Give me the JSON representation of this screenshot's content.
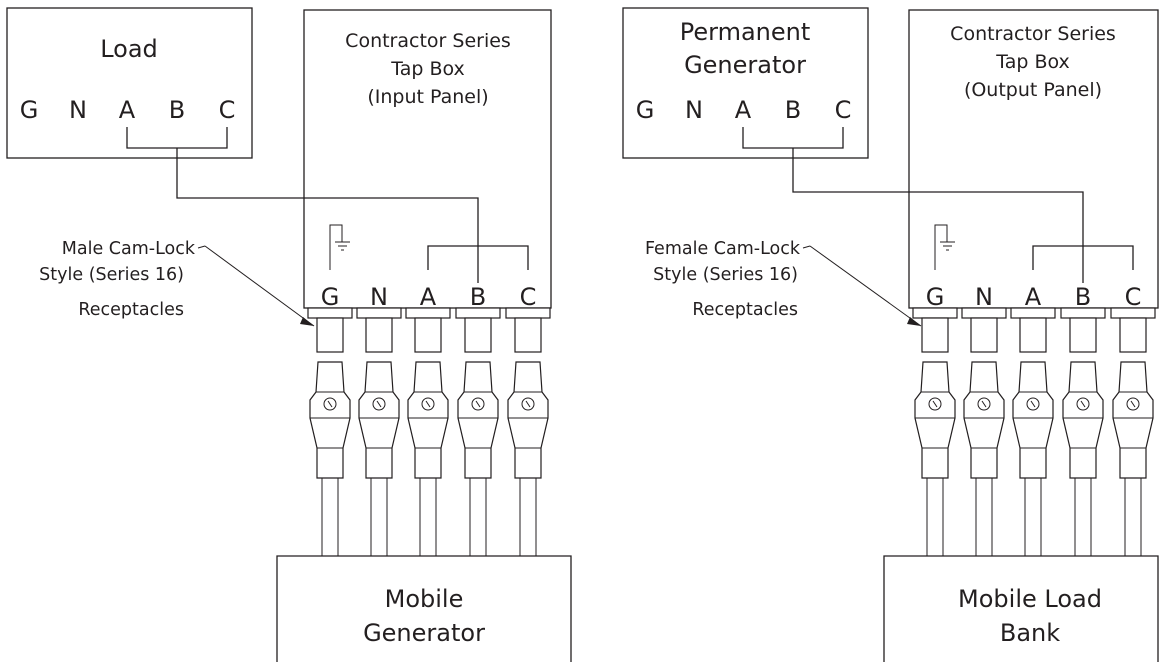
{
  "left": {
    "load": {
      "title": "Load",
      "terminals": [
        "G",
        "N",
        "A",
        "B",
        "C"
      ]
    },
    "tap_box": {
      "title_lines": [
        "Contractor Series",
        "Tap Box",
        "(Input Panel)"
      ],
      "terminals": [
        "G",
        "N",
        "A",
        "B",
        "C"
      ]
    },
    "callout_lines": [
      "Male Cam-Lock",
      "Style (Series 16)",
      "Receptacles"
    ],
    "source": {
      "title_lines": [
        "Mobile",
        "Generator"
      ]
    }
  },
  "right": {
    "generator": {
      "title_lines": [
        "Permanent",
        "Generator"
      ],
      "terminals": [
        "G",
        "N",
        "A",
        "B",
        "C"
      ]
    },
    "tap_box": {
      "title_lines": [
        "Contractor Series",
        "Tap Box",
        "(Output Panel)"
      ],
      "terminals": [
        "G",
        "N",
        "A",
        "B",
        "C"
      ]
    },
    "callout_lines": [
      "Female Cam-Lock",
      "Style (Series 16)",
      "Receptacles"
    ],
    "sink": {
      "title_lines": [
        "Mobile Load",
        "Bank"
      ]
    }
  },
  "icons": {
    "ground": "ground-symbol-icon",
    "connector": "cam-lock-connector-icon",
    "plug": "cam-lock-plug-icon"
  }
}
